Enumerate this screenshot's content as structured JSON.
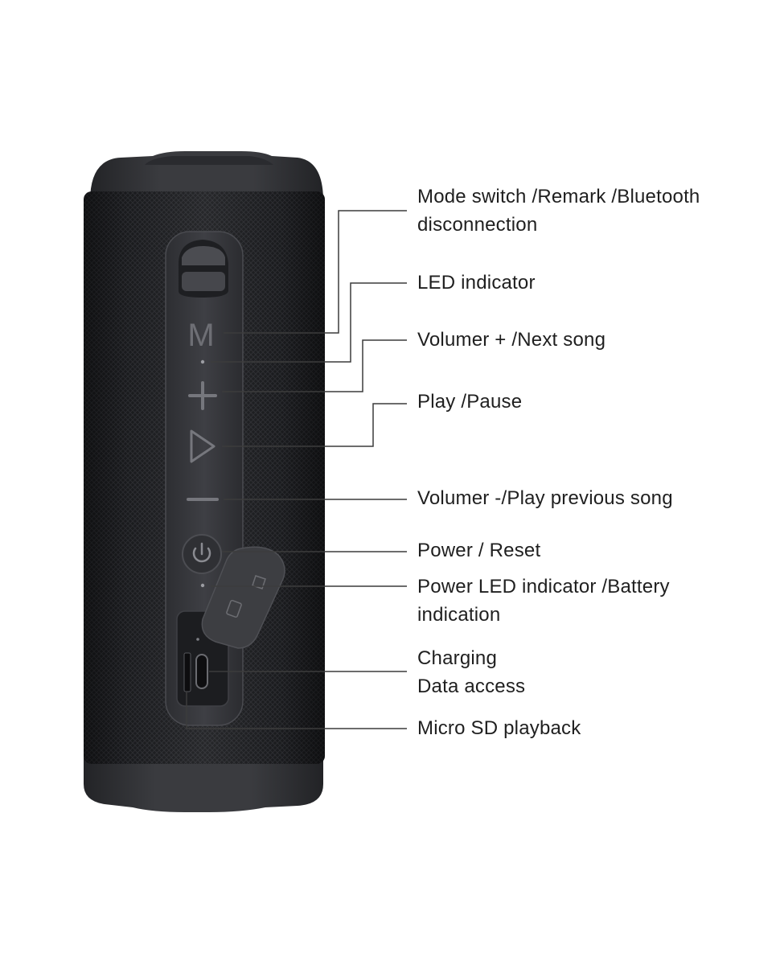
{
  "product": "portable bluetooth speaker",
  "labels": {
    "mode": {
      "line1": "Mode switch /Remark /Bluetooth",
      "line2": "disconnection"
    },
    "led": "LED indicator",
    "volume_up": "Volumer + /Next song",
    "play_pause": "Play /Pause",
    "volume_down": "Volumer -/Play previous song",
    "power": "Power / Reset",
    "power_led": {
      "line1": "Power LED indicator /Battery",
      "line2": "indication"
    },
    "charging": {
      "line1": "Charging",
      "line2": "Data access"
    },
    "micro_sd": "Micro SD playback"
  },
  "icons": {
    "mode": "M",
    "volume_up": "+",
    "play": "play-icon",
    "volume_down": "minus-icon",
    "power": "power-icon",
    "usb_c": "usb-c-port",
    "sd_slot": "micro-sd-slot"
  },
  "colors": {
    "speaker_body": "#2a2b2e",
    "speaker_fabric": "#1b1c1f",
    "control_strip": "#3a3b3f",
    "leader_line": "#3c3c3c",
    "label_text": "#1f1f1f"
  }
}
